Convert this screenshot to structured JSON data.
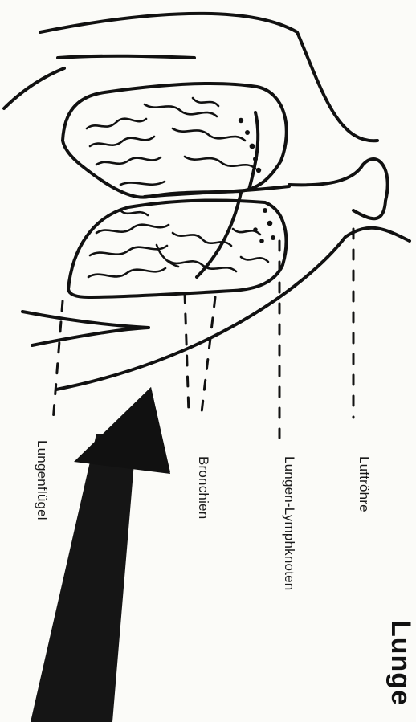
{
  "diagram": {
    "title": "Lunge",
    "labels": {
      "trachea": "Luftröhre",
      "lymph_nodes": "Lungen-Lymphknoten",
      "bronchi": "Bronchien",
      "lung_lobe": "Lungenflügel"
    }
  }
}
